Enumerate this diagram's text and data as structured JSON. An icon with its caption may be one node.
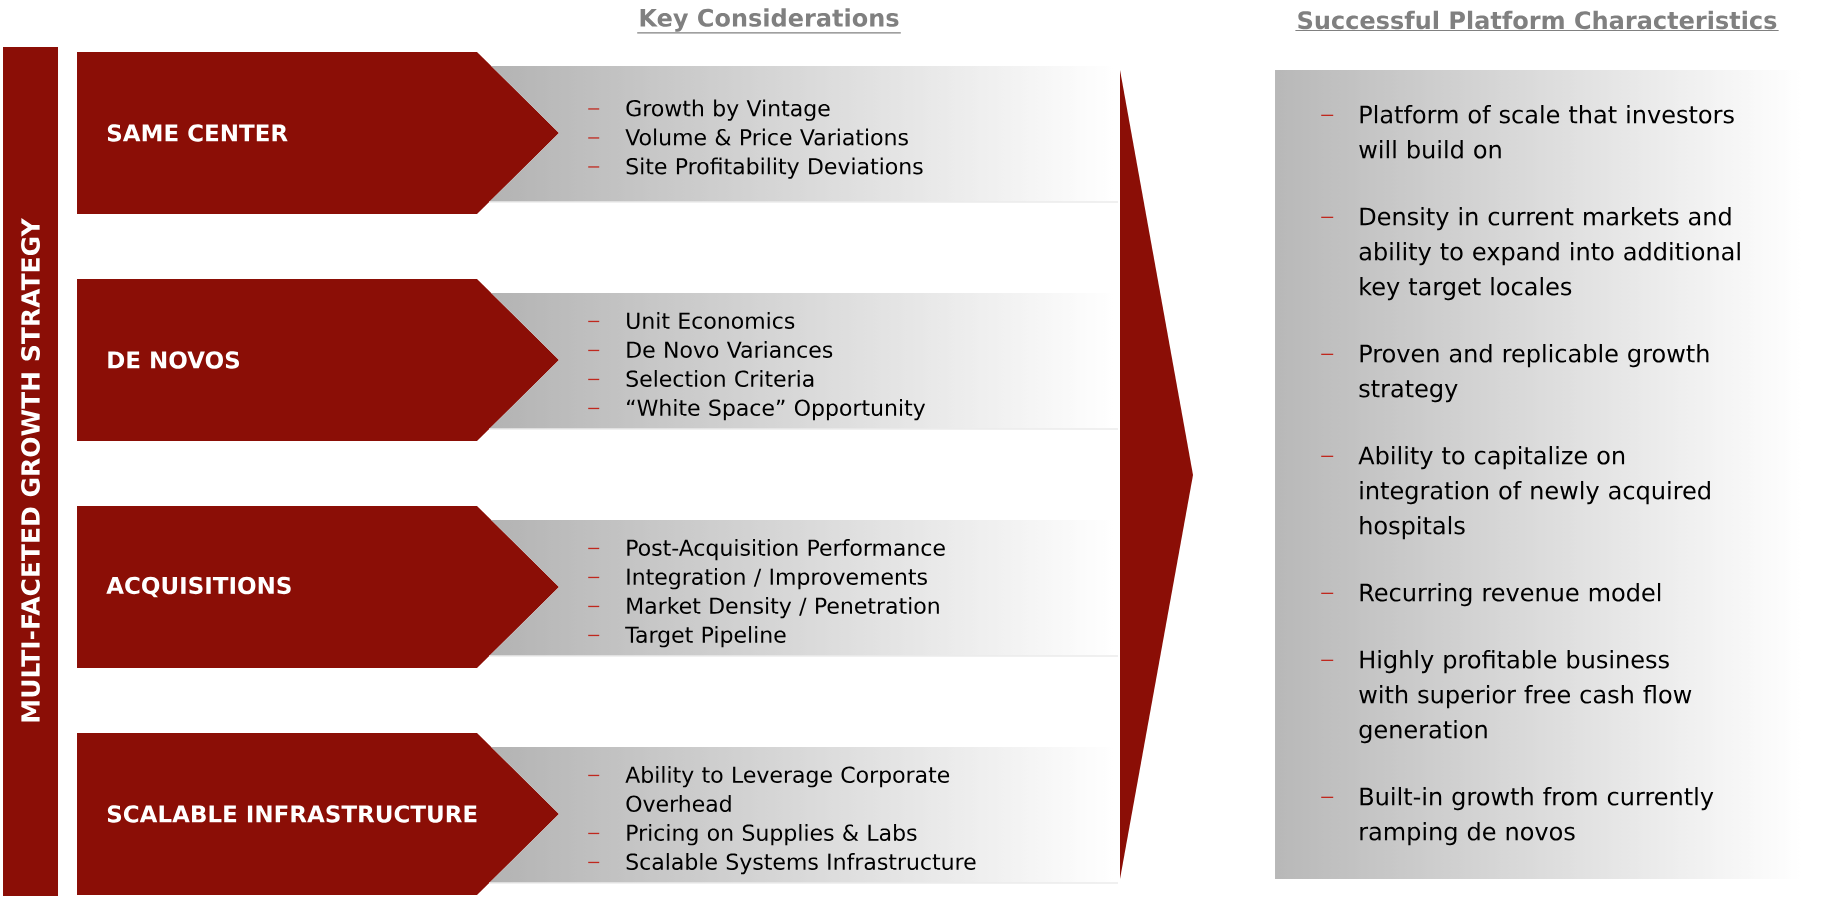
{
  "diagram": {
    "nodes": [
      {
        "text": [
          "MULTI-FACETED GROWTH STRATEGY"
        ]
      },
      {
        "text": [
          "SAME CENTER"
        ]
      },
      {
        "text": [
          "Growth by Vintage",
          "Volume & Price Variations",
          "Site Profitability Deviations"
        ]
      },
      {
        "text": [
          "DE NOVOS"
        ]
      },
      {
        "text": [
          "Unit Economics",
          "De Novo Variances",
          "Selection Criteria",
          "“White Space” Opportunity"
        ]
      },
      {
        "text": [
          "ACQUISITIONS"
        ]
      },
      {
        "text": [
          "Post-Acquisition Performance",
          "Integration / Improvements",
          "Market Density / Penetration",
          "Target Pipeline"
        ]
      },
      {
        "text": [
          "SCALABLE INFRASTRUCTURE"
        ]
      },
      {
        "text": [
          "Ability to Leverage Corporate Overhead",
          "Pricing on Supplies & Labs",
          "Scalable Systems Infrastructure"
        ]
      },
      {
        "text": [],
        "shape": "triangle"
      },
      {
        "text": [
          "Platform of scale that investors will build on",
          "Density in current markets and ability to expand into additional key target locales",
          "Proven and replicable growth strategy",
          "Ability to capitalize on integration of newly acquired hospitals",
          "Recurring revenue model",
          "Highly profitable business with superior free cash flow generation",
          "Built-in growth from currently ramping de novos"
        ]
      }
    ],
    "labels": [
      "Key Considerations",
      "Successful Platform Characteristics"
    ]
  }
}
